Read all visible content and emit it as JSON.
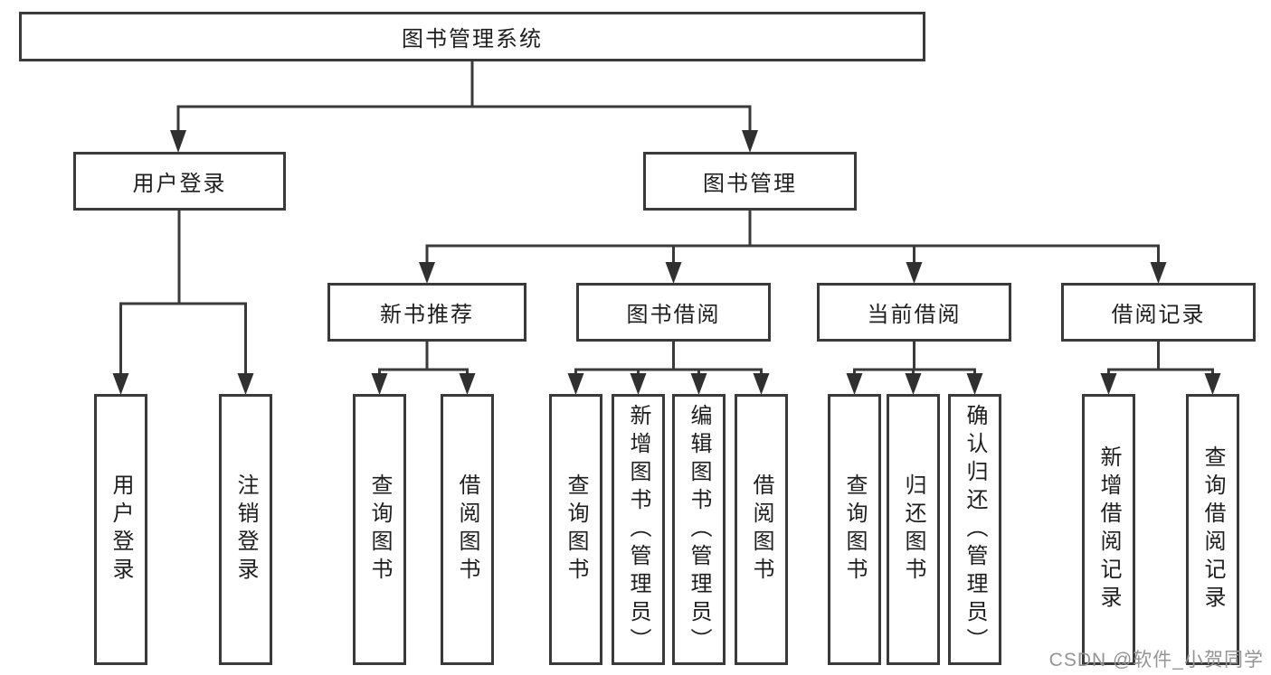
{
  "tree": {
    "label": "图书管理系统",
    "children": [
      {
        "label": "用户登录",
        "children": [
          {
            "label": "用户登录"
          },
          {
            "label": "注销登录"
          }
        ]
      },
      {
        "label": "图书管理",
        "children": [
          {
            "label": "新书推荐",
            "children": [
              {
                "label": "查询图书"
              },
              {
                "label": "借阅图书"
              }
            ]
          },
          {
            "label": "图书借阅",
            "children": [
              {
                "label": "查询图书"
              },
              {
                "label": "新增图书（管理员）"
              },
              {
                "label": "编辑图书（管理员）"
              },
              {
                "label": "借阅图书"
              }
            ]
          },
          {
            "label": "当前借阅",
            "children": [
              {
                "label": "查询图书"
              },
              {
                "label": "归还图书"
              },
              {
                "label": "确认归还（管理员）"
              }
            ]
          },
          {
            "label": "借阅记录",
            "children": [
              {
                "label": "新增借阅记录"
              },
              {
                "label": "查询借阅记录"
              }
            ]
          }
        ]
      }
    ]
  },
  "watermark": {
    "text": "CSDN @软件_小贺同学"
  },
  "colors": {
    "line": "#3a3a3a",
    "text": "#1e1e1e",
    "watermark": "#949494",
    "background": "#ffffff"
  }
}
